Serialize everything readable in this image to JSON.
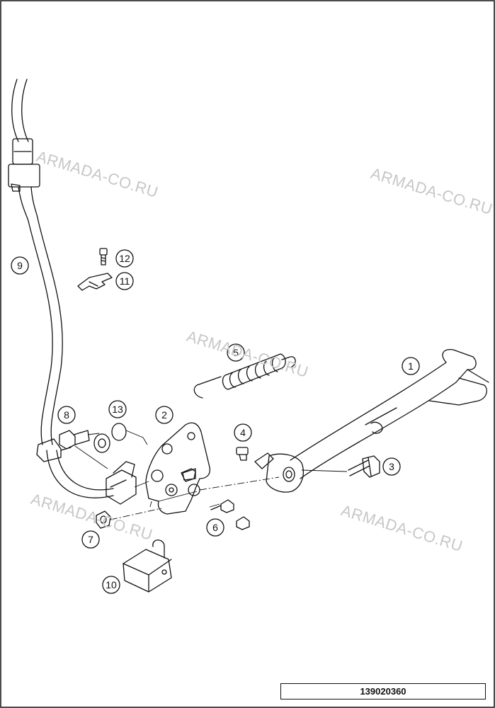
{
  "watermarks": [
    "ARMADA-CO.RU",
    "ARMADA-CO.RU",
    "ARMADA-CO.RU",
    "ARMADA-CO.RU",
    "ARMADA-CO.RU"
  ],
  "callouts": [
    "1",
    "2",
    "3",
    "4",
    "5",
    "6",
    "7",
    "8",
    "9",
    "10",
    "11",
    "12",
    "13"
  ],
  "drawing_number": "139020360",
  "colors": {
    "line": "#111111",
    "watermark": "#c7c7c7",
    "background": "#ffffff"
  }
}
